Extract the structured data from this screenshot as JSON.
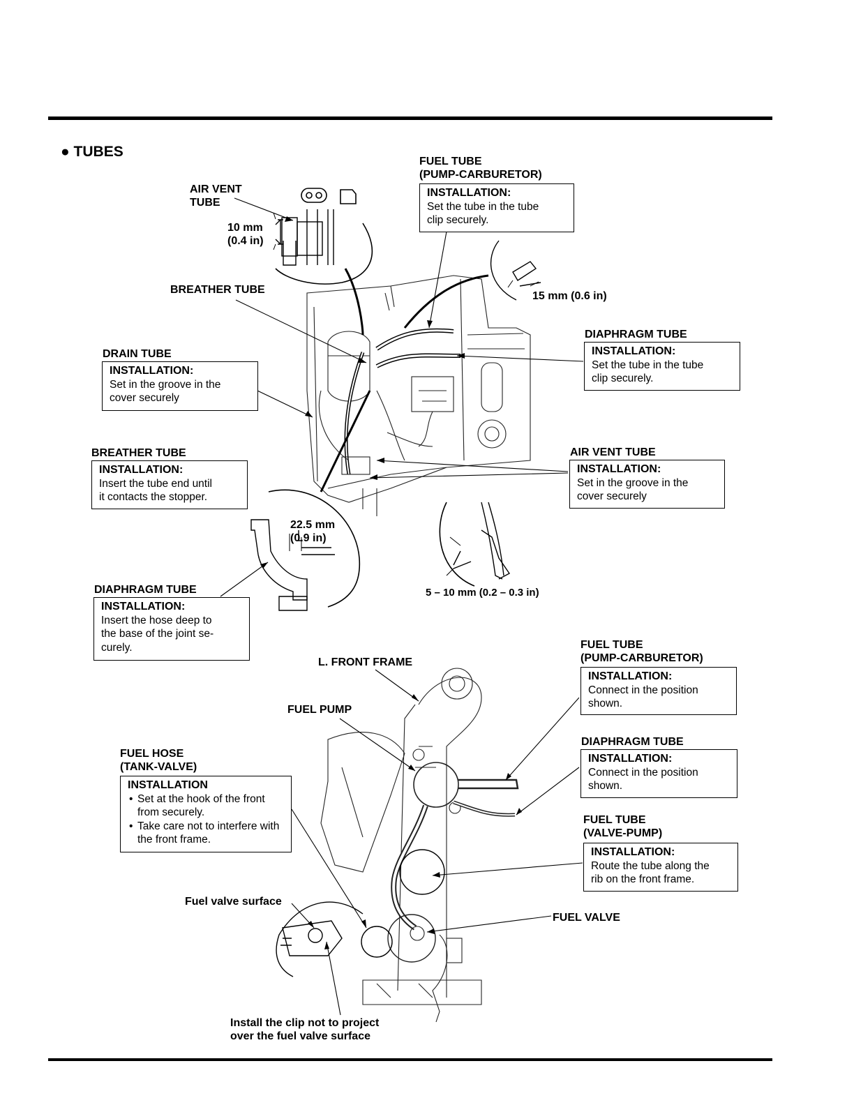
{
  "section_title": "TUBES",
  "labels": {
    "air_vent_tube_top": [
      "AIR VENT",
      "TUBE"
    ],
    "dim_10mm": [
      "10 mm",
      "(0.4 in)"
    ],
    "fuel_tube_top": [
      "FUEL TUBE",
      "(PUMP-CARBURETOR)"
    ],
    "dim_15mm": "15 mm (0.6 in)",
    "breather_tube_top": "BREATHER TUBE",
    "diaphragm_tube_right": "DIAPHRAGM TUBE",
    "drain_tube": "DRAIN TUBE",
    "breather_tube_left": "BREATHER TUBE",
    "air_vent_tube_right": "AIR VENT TUBE",
    "dim_22mm": [
      "22.5 mm",
      "(0.9 in)"
    ],
    "diaphragm_tube_left": "DIAPHRAGM TUBE",
    "dim_5_10mm": "5 – 10 mm (0.2 – 0.3 in)",
    "l_front_frame": "L. FRONT FRAME",
    "fuel_pump": "FUEL PUMP",
    "fuel_tube_lower": [
      "FUEL TUBE",
      "(PUMP-CARBURETOR)"
    ],
    "diaphragm_tube_lower": "DIAPHRAGM TUBE",
    "fuel_hose": [
      "FUEL HOSE",
      "(TANK-VALVE)"
    ],
    "fuel_tube_valve_pump": [
      "FUEL TUBE",
      "(VALVE-PUMP)"
    ],
    "fuel_valve_surface": "Fuel valve surface",
    "fuel_valve": "FUEL VALVE",
    "clip_note": [
      "Install the clip not to project",
      "over the fuel valve surface"
    ]
  },
  "boxes": {
    "fuel_tube_top": {
      "heading": "INSTALLATION:",
      "lines": [
        "Set the tube in the tube",
        "clip securely."
      ]
    },
    "diaphragm_right": {
      "heading": "INSTALLATION:",
      "lines": [
        "Set the tube in the tube",
        "clip securely."
      ]
    },
    "drain": {
      "heading": "INSTALLATION:",
      "lines": [
        "Set in the groove in the",
        "cover securely"
      ]
    },
    "breather_left": {
      "heading": "INSTALLATION:",
      "lines": [
        "Insert the tube end until",
        "it contacts the stopper."
      ]
    },
    "air_vent_right": {
      "heading": "INSTALLATION:",
      "lines": [
        "Set in the groove in the",
        "cover securely"
      ]
    },
    "diaphragm_left": {
      "heading": "INSTALLATION:",
      "lines": [
        "Insert the hose deep to",
        "the base of the joint se-",
        "curely."
      ]
    },
    "fuel_tube_lower": {
      "heading": "INSTALLATION:",
      "lines": [
        "Connect in the position",
        "shown."
      ]
    },
    "diaphragm_lower": {
      "heading": "INSTALLATION:",
      "lines": [
        "Connect in the position",
        "shown."
      ]
    },
    "fuel_hose": {
      "heading": "INSTALLATION",
      "bullets": [
        "Set at the hook of the front from securely.",
        "Take care not to interfere with the front frame."
      ]
    },
    "fuel_tube_valve_pump": {
      "heading": "INSTALLATION:",
      "lines": [
        "Route the tube along the",
        "rib on the front frame."
      ]
    }
  }
}
